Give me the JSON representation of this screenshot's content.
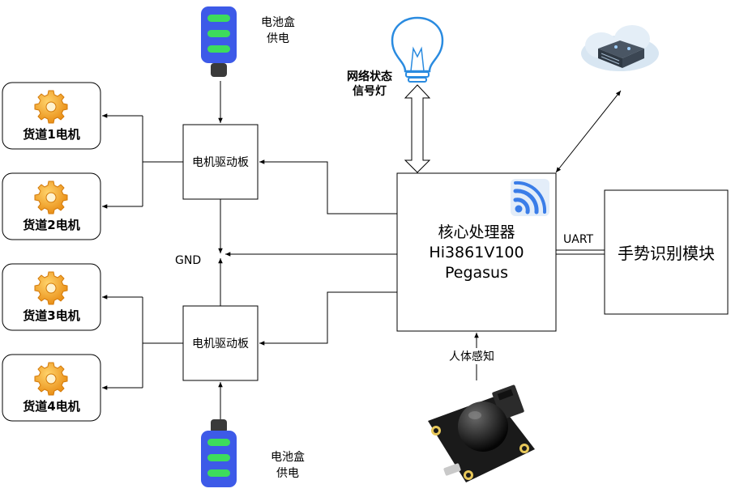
{
  "battery_top": {
    "line1": "电池盒",
    "line2": "供电"
  },
  "battery_bottom": {
    "line1": "电池盒",
    "line2": "供电"
  },
  "lamp": {
    "line1": "网络状态",
    "line2": "信号灯"
  },
  "motors": [
    "货道1电机",
    "货道2电机",
    "货道3电机",
    "货道4电机"
  ],
  "driver_top": "电机驱动板",
  "driver_bottom": "电机驱动板",
  "gnd": "GND",
  "cpu": {
    "line1": "核心处理器",
    "line2": "Hi3861V100",
    "line3": "Pegasus"
  },
  "uart": "UART",
  "gesture": "手势识别模块",
  "sensor": "人体感知",
  "colors": {
    "battery_body": "#3d5ae8",
    "battery_cell": "#3ddc5c",
    "battery_cap": "#3a3a3a",
    "gear": "#f5a623",
    "wifi": "#3a7de8",
    "bulb": "#2a8be0",
    "line": "#000000"
  },
  "icons": [
    "battery-icon",
    "gear-icon",
    "light-bulb-icon",
    "cloud-server-icon",
    "wifi-icon",
    "pir-sensor-icon"
  ]
}
